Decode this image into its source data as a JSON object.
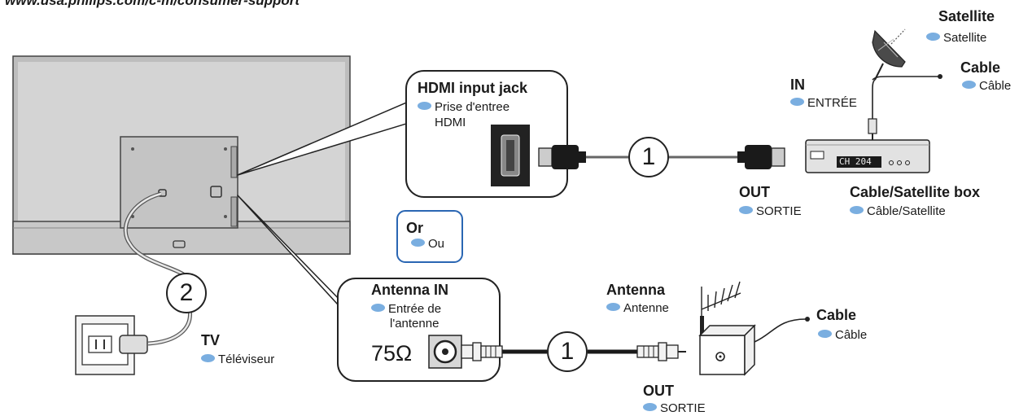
{
  "url": "www.usa.philips.com/c-m/consumer-support",
  "hdmi": {
    "title": "HDMI input jack",
    "subtitle_line1": "Prise d'entree",
    "subtitle_line2": "HDMI"
  },
  "antenna_in": {
    "title": "Antenna IN",
    "subtitle_line1": "Entrée de",
    "subtitle_line2": "l'antenne",
    "impedance": "75Ω"
  },
  "or": {
    "title": "Or",
    "subtitle": "Ou"
  },
  "steps": {
    "one": "1",
    "two": "2"
  },
  "tv": {
    "title": "TV",
    "subtitle": "Téléviseur"
  },
  "out_top": {
    "title": "OUT",
    "subtitle": "SORTIE"
  },
  "out_bottom": {
    "title": "OUT",
    "subtitle": "SORTIE"
  },
  "in": {
    "title": "IN",
    "subtitle": "ENTRÉE"
  },
  "satellite": {
    "title": "Satellite",
    "subtitle": "Satellite"
  },
  "cable_top": {
    "title": "Cable",
    "subtitle": "Câble"
  },
  "cable_bottom": {
    "title": "Cable",
    "subtitle": "Câble"
  },
  "box": {
    "title": "Cable/Satellite box",
    "subtitle": "Câble/Satellite",
    "display": "CH 204"
  },
  "antenna": {
    "title": "Antenna",
    "subtitle": "Antenne"
  },
  "colors": {
    "bullet": "#7aaee0",
    "or_border": "#2a66b3",
    "tv_body": "#d4d4d4"
  }
}
